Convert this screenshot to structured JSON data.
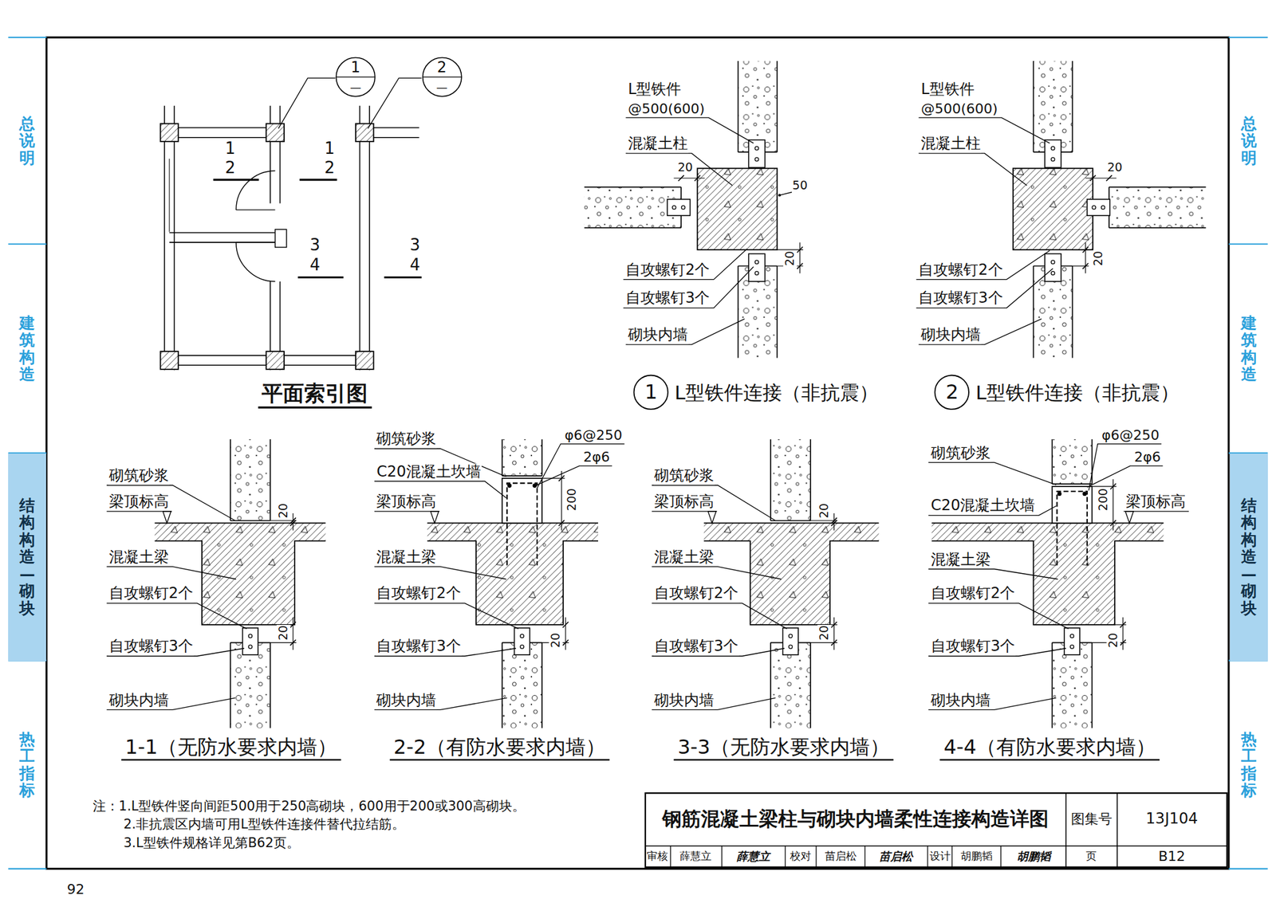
{
  "diagram": {
    "title": "钢筋混凝土梁柱与砌块内墙柔性连接构造详图",
    "nodes": [
      {
        "text": [
          "总说明"
        ]
      },
      {
        "text": [
          "建筑构造"
        ]
      },
      {
        "text": [
          "结构构造—砌块"
        ]
      },
      {
        "text": [
          "热工指标"
        ]
      },
      {
        "text": [
          "1",
          "—"
        ]
      },
      {
        "text": [
          "2",
          "—"
        ]
      },
      {
        "text": [
          "1",
          "L型铁件连接（非抗震）"
        ]
      },
      {
        "text": [
          "2",
          "L型铁件连接（非抗震）"
        ]
      },
      {
        "text": [
          "总说明"
        ]
      },
      {
        "text": [
          "建筑构造"
        ]
      },
      {
        "text": [
          "结构构造—砌块"
        ]
      },
      {
        "text": [
          "热工指标"
        ]
      }
    ],
    "labels": [
      "1",
      "2",
      "1",
      "2",
      "3",
      "4",
      "3",
      "4",
      "平面索引图",
      "L型铁件",
      "@500(600)",
      "混凝土柱",
      "20",
      "50",
      "20",
      "自攻螺钉2个",
      "自攻螺钉3个",
      "砌块内墙",
      "L型铁件",
      "@500(600)",
      "混凝土柱",
      "20",
      "20",
      "自攻螺钉2个",
      "自攻螺钉3个",
      "砌块内墙",
      "砌筑砂浆",
      "梁顶标高",
      "20",
      "混凝土梁",
      "自攻螺钉2个",
      "自攻螺钉3个",
      "20",
      "砌块内墙",
      "1-1（无防水要求内墙）",
      "砌筑砂浆",
      "φ6@250",
      "2φ6",
      "C20混凝土坎墙",
      "梁顶标高",
      "200",
      "混凝土梁",
      "自攻螺钉2个",
      "自攻螺钉3个",
      "20",
      "砌块内墙",
      "2-2（有防水要求内墙）",
      "砌筑砂浆",
      "梁顶标高",
      "20",
      "混凝土梁",
      "自攻螺钉2个",
      "自攻螺钉3个",
      "20",
      "砌块内墙",
      "3-3（无防水要求内墙）",
      "砌筑砂浆",
      "φ6@250",
      "2φ6",
      "200",
      "C20混凝土坎墙",
      "梁顶标高",
      "混凝土梁",
      "自攻螺钉2个",
      "自攻螺钉3个",
      "20",
      "砌块内墙",
      "4-4（有防水要求内墙）",
      "注：1.L型铁件竖向间距500用于250高砌块，600用于200或300高砌块。",
      "2.非抗震区内墙可用L型铁件连接件替代拉结筋。",
      "3.L型铁件规格详见第B62页。",
      "图集号",
      "13J104",
      "审核",
      "薛慧立",
      "薛慧立",
      "校对",
      "苗启松",
      "苗启松",
      "设计",
      "胡鹏韬",
      "胡鹏韬",
      "页",
      "B12",
      "92"
    ]
  }
}
